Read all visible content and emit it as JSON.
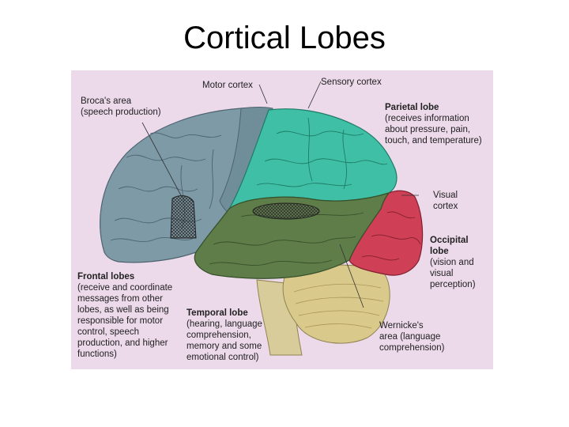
{
  "title": "Cortical Lobes",
  "diagram": {
    "colors": {
      "background": "#ecd9ea",
      "frontal": "#7d9aa6",
      "parietal": "#3fc0a6",
      "temporal": "#5f7d48",
      "occipital": "#cf3f55",
      "cerebellum": "#d9c98a",
      "brainstem": "#d8cc9a"
    },
    "labels": {
      "motor_cortex": "Motor cortex",
      "sensory_cortex": "Sensory cortex",
      "broca": "Broca's area\n(speech production)",
      "parietal_head": "Parietal lobe",
      "parietal_desc": "(receives information\nabout pressure, pain,\ntouch, and temperature)",
      "visual_cortex": "Visual\ncortex",
      "occipital_head": "Occipital\nlobe",
      "occipital_desc": "(vision and\nvisual\nperception)",
      "frontal_head": "Frontal lobes",
      "frontal_desc": "(receive and coordinate\nmessages from other\nlobes, as well as being\nresponsible for motor\ncontrol, speech\nproduction, and higher\nfunctions)",
      "temporal_head": "Temporal lobe",
      "temporal_desc": "(hearing, language\ncomprehension,\nmemory and some\nemotional control)",
      "wernicke": "Wernicke's\narea (language\ncomprehension)"
    }
  }
}
